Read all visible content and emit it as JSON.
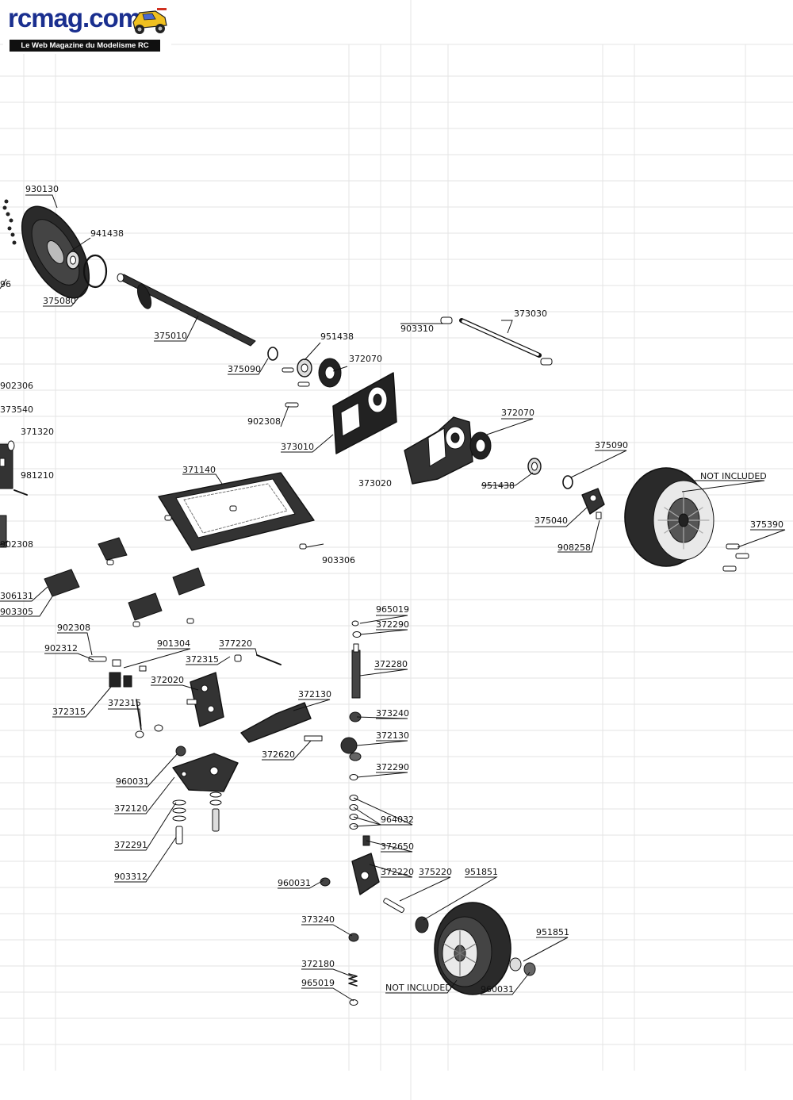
{
  "logo": {
    "text": "rcmag.com",
    "tagline": "Le Web Magazine du Modelisme RC"
  },
  "colors": {
    "ink": "#111111",
    "part_dark": "#222222",
    "part_mid": "#555555",
    "faded_text": "#d2d2d2",
    "faded_line": "#e3e3e3",
    "logo_blue": "#1a2f8f",
    "logo_car": "#f0c020"
  },
  "labels": {
    "930130": "930130",
    "941438": "941438",
    "96": "96",
    "375080": "375080",
    "375010": "375010",
    "951438_top": "951438",
    "372070_top": "372070",
    "375090_top": "375090",
    "902306": "902306",
    "373540": "373540",
    "371320": "371320",
    "981210": "981210",
    "902308_a": "902308",
    "373010": "373010",
    "371140": "371140",
    "902308_b": "902308",
    "903306": "903306",
    "306131": "306131",
    "903305": "903305",
    "903310": "903310",
    "373030": "373030",
    "372070_mid": "372070",
    "375090_mid": "375090",
    "not_included_top": "NOT INCLUDED",
    "373020": "373020",
    "951438_mid": "951438",
    "375040": "375040",
    "375390": "375390",
    "908258": "908258",
    "965019_top": "965019",
    "372290_top": "372290",
    "902308_c": "902308",
    "901304": "901304",
    "377220": "377220",
    "372280": "372280",
    "902312": "902312",
    "372315_a": "372315",
    "372020": "372020",
    "372315_b": "372315",
    "372315_c": "372315",
    "372130_a": "372130",
    "373240_a": "373240",
    "372130_b": "372130",
    "372620": "372620",
    "372290_b": "372290",
    "960031_a": "960031",
    "372120": "372120",
    "964032": "964032",
    "372291": "372291",
    "903312": "903312",
    "372650": "372650",
    "960031_b": "960031",
    "372220": "372220",
    "375220": "375220",
    "951851_a": "951851",
    "373240_b": "373240",
    "951851_b": "951851",
    "372180": "372180",
    "965019_b": "965019",
    "not_included_bottom": "NOT INCLUDED",
    "960031_c": "960031"
  }
}
